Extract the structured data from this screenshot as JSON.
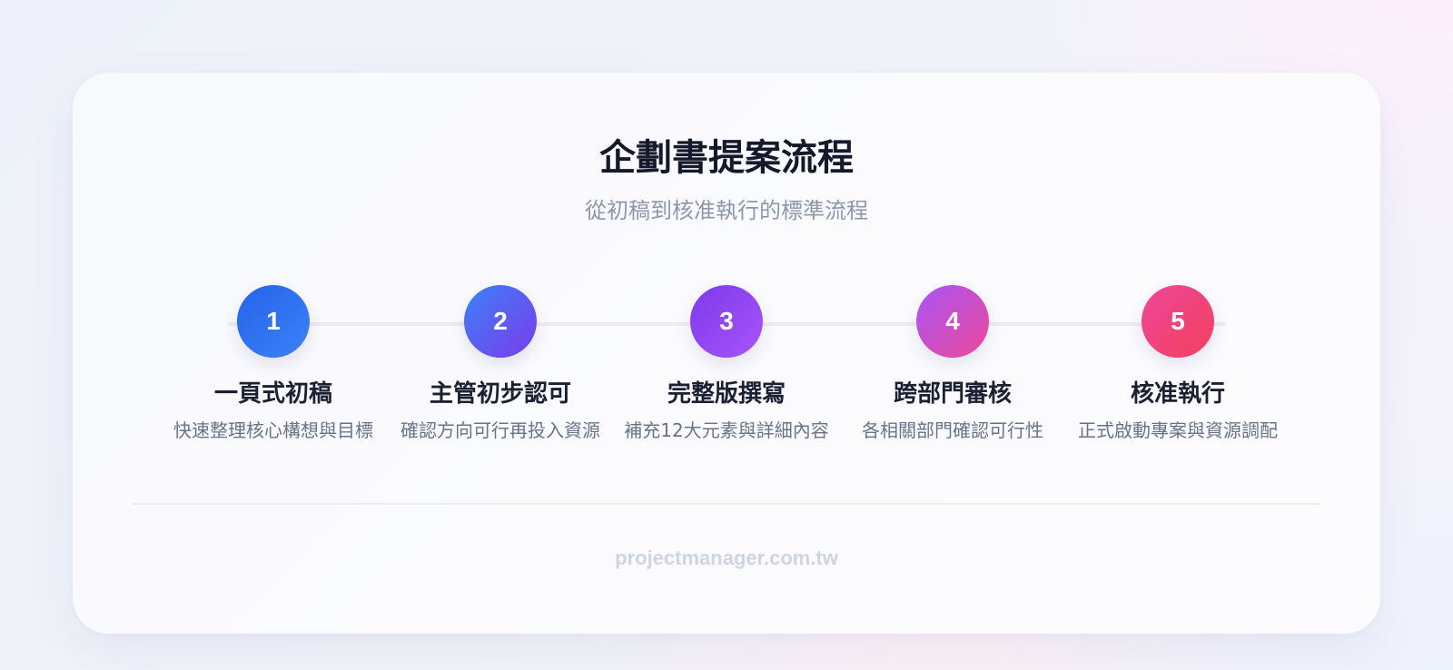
{
  "header": {
    "title": "企劃書提案流程",
    "subtitle": "從初稿到核准執行的標準流程"
  },
  "steps": [
    {
      "number": "1",
      "title": "一頁式初稿",
      "description": "快速整理核心構想與目標",
      "gradient_from": "#2563eb",
      "gradient_to": "#3b82f6"
    },
    {
      "number": "2",
      "title": "主管初步認可",
      "description": "確認方向可行再投入資源",
      "gradient_from": "#3b82f6",
      "gradient_to": "#7c3aed"
    },
    {
      "number": "3",
      "title": "完整版撰寫",
      "description": "補充12大元素與詳細內容",
      "gradient_from": "#7c3aed",
      "gradient_to": "#a855f7"
    },
    {
      "number": "4",
      "title": "跨部門審核",
      "description": "各相關部門確認可行性",
      "gradient_from": "#a855f7",
      "gradient_to": "#ec4899"
    },
    {
      "number": "5",
      "title": "核准執行",
      "description": "正式啟動專案與資源調配",
      "gradient_from": "#ec4899",
      "gradient_to": "#f43f5e"
    }
  ],
  "footer": {
    "website": "projectmanager.com.tw"
  }
}
